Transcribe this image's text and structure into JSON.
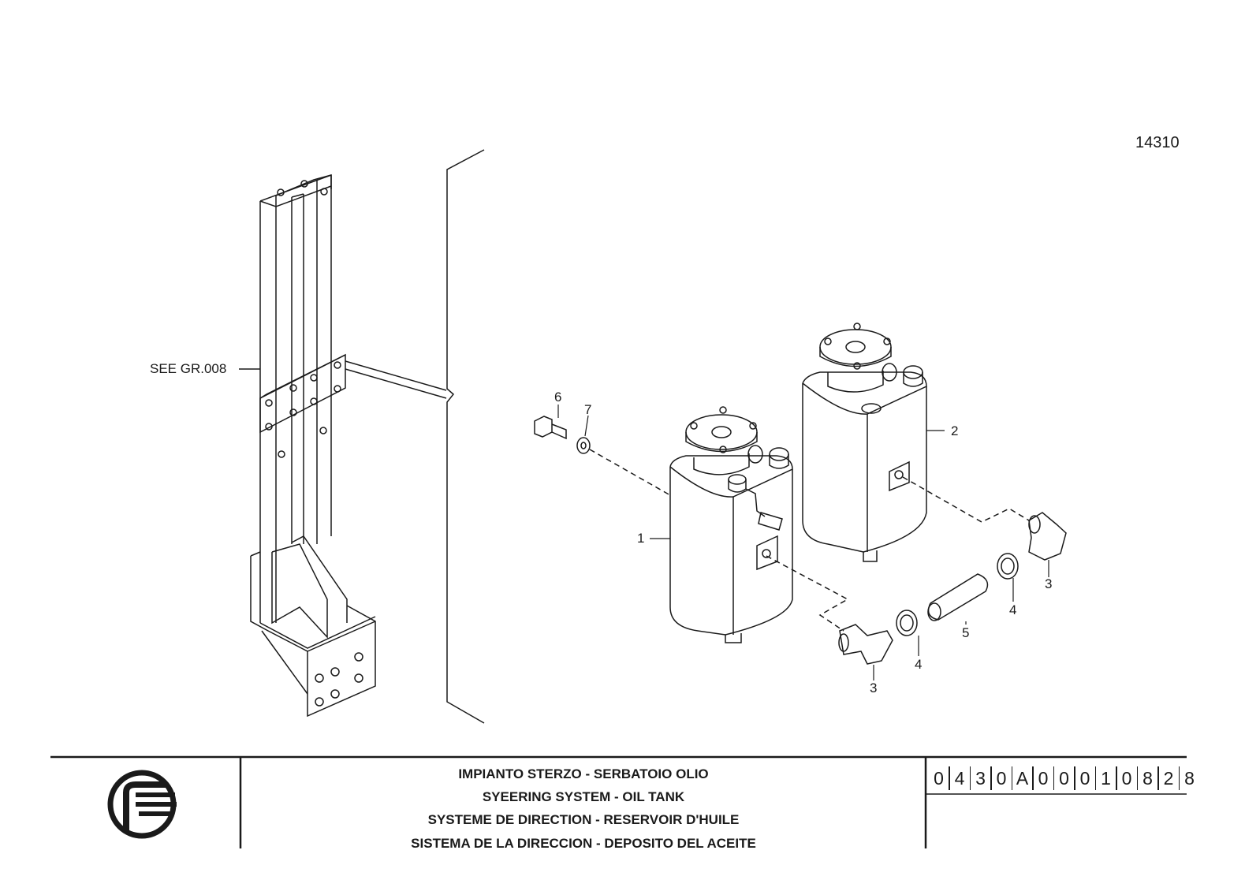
{
  "sheet_number": "14310",
  "reference_label": "SEE GR.008",
  "callouts": [
    {
      "id": "c1",
      "text": "1"
    },
    {
      "id": "c2",
      "text": "2"
    },
    {
      "id": "c3a",
      "text": "3"
    },
    {
      "id": "c3b",
      "text": "3"
    },
    {
      "id": "c4a",
      "text": "4"
    },
    {
      "id": "c4b",
      "text": "4"
    },
    {
      "id": "c5",
      "text": "5"
    },
    {
      "id": "c6",
      "text": "6"
    },
    {
      "id": "c7",
      "text": "7"
    }
  ],
  "title_block": {
    "lines": [
      "IMPIANTO STERZO - SERBATOIO OLIO",
      "SYEERING SYSTEM - OIL TANK",
      "SYSTEME DE DIRECTION - RESERVOIR D'HUILE",
      "SISTEMA DE LA DIRECCION - DEPOSITO DEL ACEITE"
    ],
    "part_code": [
      "0",
      "4",
      "3",
      "0",
      "A",
      "0",
      "0",
      "0",
      "1",
      "0",
      "8",
      "2",
      "8"
    ]
  },
  "logo_icon": "manufacturer-logo-icon"
}
